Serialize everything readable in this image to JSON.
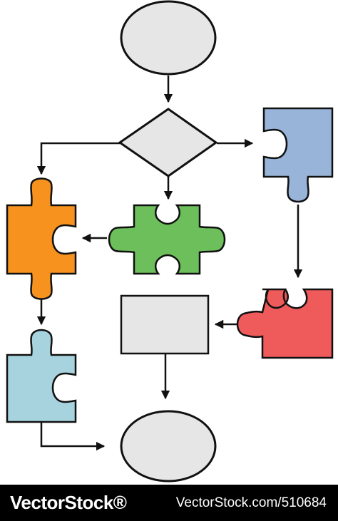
{
  "diagram": {
    "colors": {
      "stroke": "#111111",
      "neutral_fill": "#e6e6e6",
      "orange_piece": "#f7921e",
      "green_piece": "#6cbf5a",
      "blue_piece": "#98b4d8",
      "red_piece": "#ef5a5a",
      "cyan_piece": "#a6d3de"
    },
    "shapes": [
      {
        "id": "start",
        "kind": "oval"
      },
      {
        "id": "decision",
        "kind": "diamond"
      },
      {
        "id": "orange-piece",
        "kind": "puzzle-piece"
      },
      {
        "id": "green-piece",
        "kind": "puzzle-piece"
      },
      {
        "id": "blue-piece",
        "kind": "puzzle-piece"
      },
      {
        "id": "red-piece",
        "kind": "puzzle-piece"
      },
      {
        "id": "cyan-piece",
        "kind": "puzzle-piece"
      },
      {
        "id": "process",
        "kind": "rectangle"
      },
      {
        "id": "end",
        "kind": "oval"
      }
    ],
    "connectors": [
      {
        "from": "start",
        "to": "decision"
      },
      {
        "from": "decision",
        "to": "green-piece"
      },
      {
        "from": "decision",
        "to": "orange-piece"
      },
      {
        "from": "decision",
        "to": "blue-piece"
      },
      {
        "from": "green-piece",
        "to": "orange-piece"
      },
      {
        "from": "blue-piece",
        "to": "red-piece"
      },
      {
        "from": "red-piece",
        "to": "process"
      },
      {
        "from": "orange-piece",
        "to": "cyan-piece"
      },
      {
        "from": "process",
        "to": "end"
      },
      {
        "from": "cyan-piece",
        "to": "end"
      }
    ]
  },
  "footer": {
    "brand": "VectorStock®",
    "credit": "VectorStock.com/510684"
  }
}
